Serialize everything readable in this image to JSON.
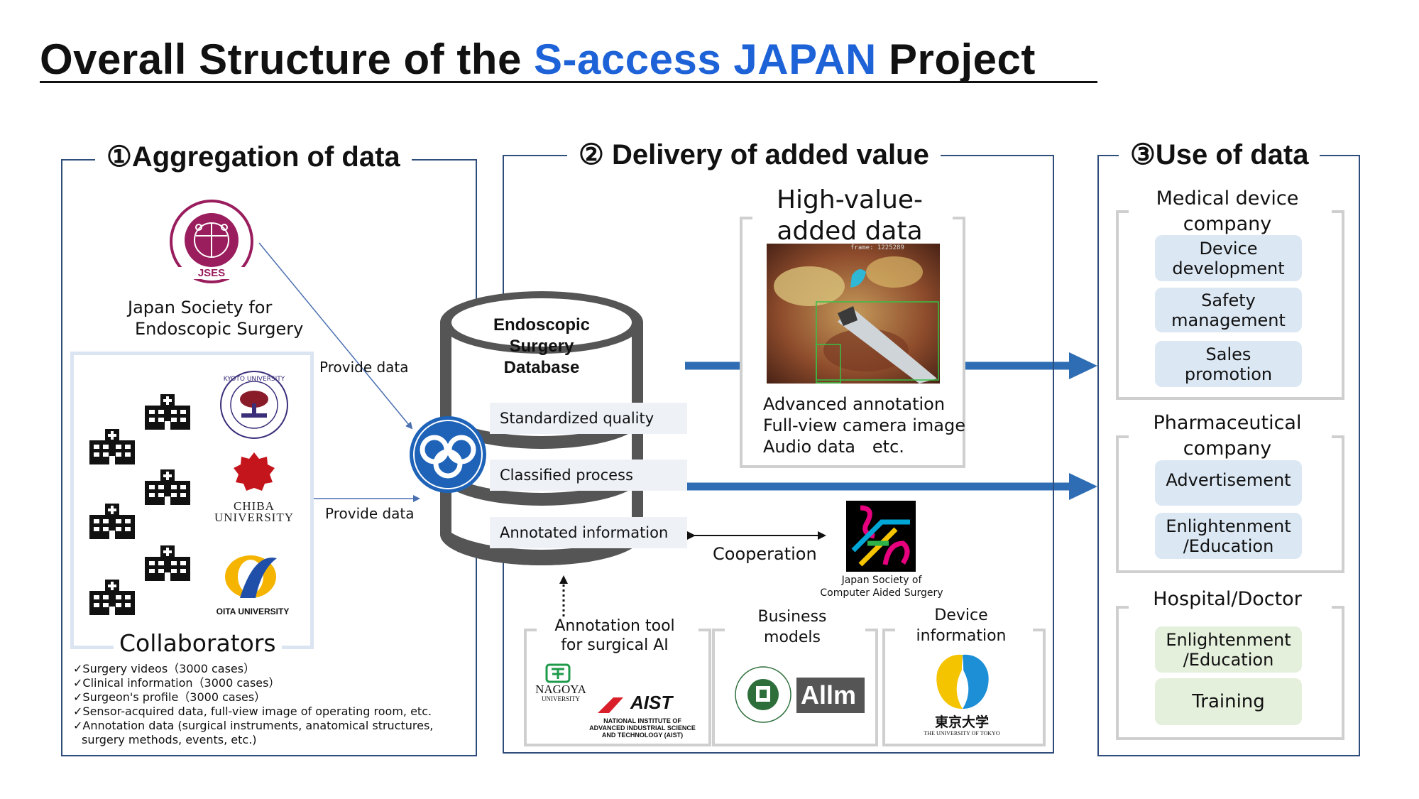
{
  "title": {
    "prefix": "Overall Structure of the ",
    "highlight": "S-access JAPAN ",
    "suffix": "Project"
  },
  "colors": {
    "title_highlight": "#1e62d8",
    "arrow_blue": "#2e6db4",
    "panel_border": "#2e4d7a",
    "pill_blue": "#dbe7f3",
    "pill_green": "#e4efdc"
  },
  "panels": {
    "aggregation": {
      "title": "①Aggregation of data",
      "jses_name_1": "Japan Society for",
      "jses_name_2": "Endoscopic Surgery",
      "jses_logo_text": "JSES",
      "provide_data_1": "Provide data",
      "provide_data_2": "Provide data",
      "collaborators": "Collaborators",
      "universities": {
        "kyoto": "KYOTO UNIVERSITY",
        "chiba_1": "CHIBA",
        "chiba_2": "UNIVERSITY",
        "oita": "OITA UNIVERSITY"
      },
      "data_items": [
        "✓Surgery videos（3000 cases）",
        "✓Clinical information（3000 cases）",
        "✓Surgeon's profile（3000 cases）",
        "✓Sensor-acquired data, full-view image of operating room, etc.",
        "✓Annotation data (surgical instruments, anatomical structures,",
        "surgery methods, events, etc.)"
      ]
    },
    "delivery": {
      "title": "② Delivery of added value",
      "database": {
        "line1": "Endoscopic",
        "line2": "Surgery",
        "line3": "Database"
      },
      "db_rows": [
        "Standardized quality",
        "Classified process",
        "Annotated information"
      ],
      "high_value": {
        "line1": "High-value-",
        "line2": "added data"
      },
      "frame_text": "frame: 1225289",
      "added_data": [
        "Advanced annotation",
        "Full-view camera image",
        "Audio data　etc."
      ],
      "cooperation": "Cooperation",
      "jscas_1": "Japan Society of",
      "jscas_2": "Computer Aided Surgery",
      "annotation_tool": {
        "line1": "Annotation tool",
        "line2": "for surgical AI"
      },
      "business_models": {
        "line1": "Business",
        "line2": "models"
      },
      "device_info": {
        "line1": "Device",
        "line2": "information"
      },
      "nagoya_1": "NAGOYA",
      "nagoya_2": "UNIVERSITY",
      "aist": "AIST",
      "aist_sub_1": "NATIONAL INSTITUTE OF",
      "aist_sub_2": "ADVANCED INDUSTRIAL SCIENCE",
      "aist_sub_3": "AND TECHNOLOGY (AIST)",
      "allm": "Allm",
      "tokyo_1": "東京大学",
      "tokyo_2": "THE UNIVERSITY OF TOKYO"
    },
    "use": {
      "title": "③Use of data",
      "groups": [
        {
          "name_1": "Medical device",
          "name_2": "company",
          "items": [
            {
              "l1": "Device",
              "l2": "development"
            },
            {
              "l1": "Safety",
              "l2": "management"
            },
            {
              "l1": "Sales",
              "l2": "promotion"
            }
          ]
        },
        {
          "name_1": "Pharmaceutical",
          "name_2": "company",
          "items": [
            {
              "l1": "Advertisement",
              "l2": ""
            },
            {
              "l1": "Enlightenment",
              "l2": "/Education"
            }
          ]
        },
        {
          "name_1": "Hospital/Doctor",
          "name_2": "",
          "items": [
            {
              "l1": "Enlightenment",
              "l2": "/Education"
            },
            {
              "l1": "Training",
              "l2": ""
            }
          ]
        }
      ]
    }
  }
}
